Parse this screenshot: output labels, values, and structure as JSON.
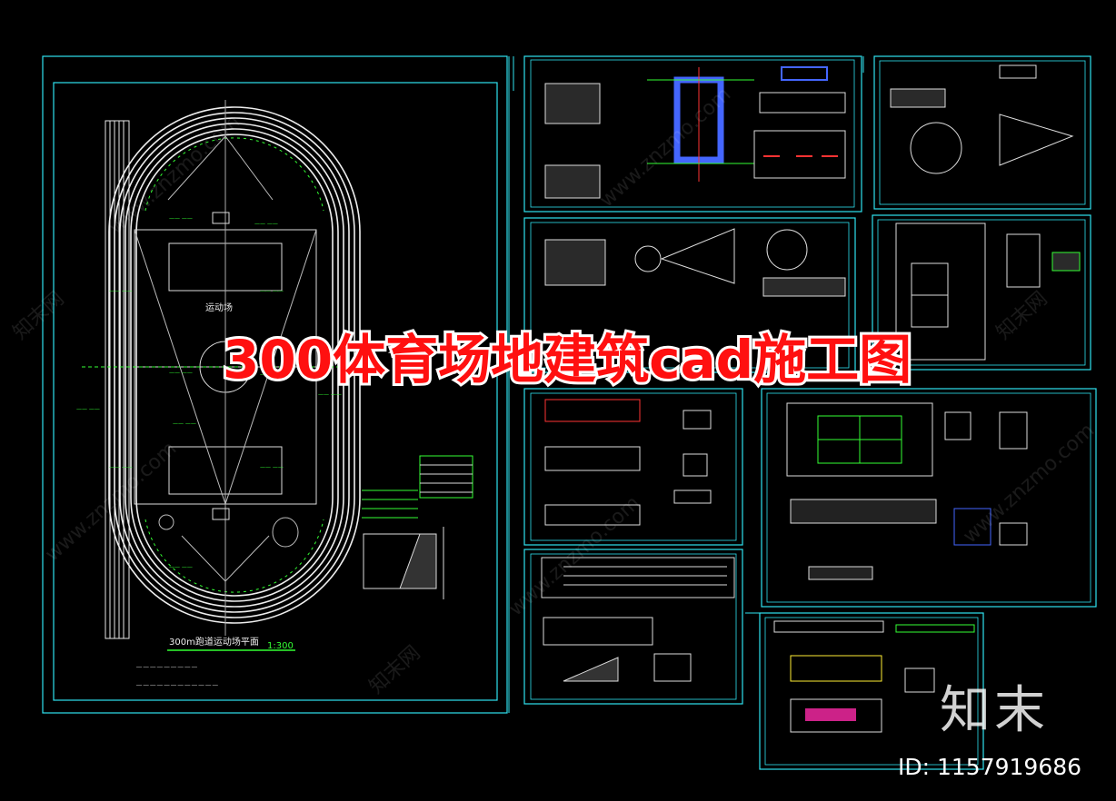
{
  "title": "300体育场地建筑cad施工图",
  "plan_title": "300m跑道运动场平面",
  "plan_scale": "1:300",
  "field_label": "运动场",
  "brand": {
    "logo": "知末",
    "id_text": "ID: 1157919686"
  },
  "watermarks": [
    "www.znzmo.com",
    "知末网"
  ],
  "colors": {
    "background": "#000000",
    "frame": "#2fe3ef",
    "track": "#f0f0f0",
    "line_green": "#33ff33",
    "title_fill": "#ff1010",
    "title_stroke": "#ffffff"
  }
}
